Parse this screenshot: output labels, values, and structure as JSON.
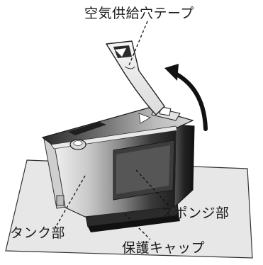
{
  "labels": {
    "air_tape": "空気供給穴テープ",
    "sponge": "スポンジ部",
    "tank": "タンク部",
    "cap": "保護キャップ"
  }
}
